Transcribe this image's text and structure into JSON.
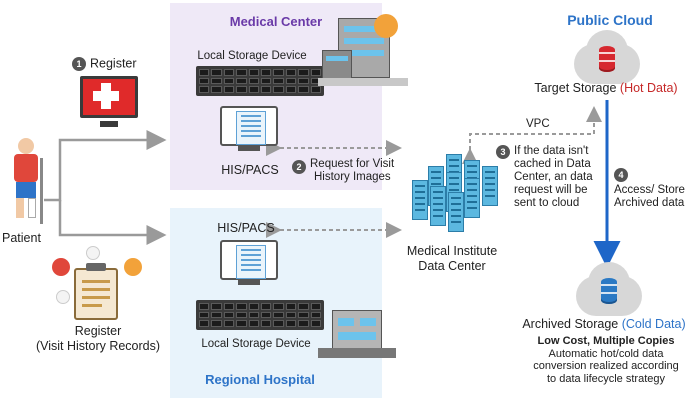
{
  "medical_center": {
    "title": "Medical Center",
    "storage_label": "Local Storage Device",
    "his_label": "HIS/PACS"
  },
  "regional_hospital": {
    "title": "Regional Hospital",
    "his_label": "HIS/PACS",
    "storage_label": "Local Storage Device"
  },
  "public_cloud": {
    "title": "Public Cloud",
    "target_label": "Target Storage",
    "target_tag": "(Hot Data)",
    "archived_label": "Archived Storage",
    "archived_tag": "(Cold Data)",
    "note_bold": "Low Cost, Multiple Copies",
    "note_lines": [
      "Automatic hot/cold data",
      "conversion realized according",
      "to data lifecycle strategy"
    ],
    "hot_color": "#c62828",
    "cold_color": "#2e74c8"
  },
  "patient": {
    "label": "Patient"
  },
  "steps": {
    "s1": {
      "number": "1",
      "label": "Register"
    },
    "s2": {
      "number": "2",
      "lines": [
        "Request for Visit",
        "History Images"
      ]
    },
    "s3": {
      "number": "3",
      "lines": [
        "If the data isn't",
        "cached in Data",
        "Center, an data",
        "request will be",
        "sent to cloud"
      ]
    },
    "s4": {
      "number": "4",
      "lines": [
        "Access/ Store",
        "Archived data"
      ]
    }
  },
  "register_records": {
    "lines": [
      "Register",
      "(Visit History Records)"
    ]
  },
  "vpc_label": "VPC",
  "data_center": {
    "lines": [
      "Medical Institute",
      "Data Center"
    ]
  },
  "colors": {
    "medical_title": "#6a3aa8",
    "regional_title": "#2e74c8",
    "cloud_title": "#2e74c8",
    "arrow_blue": "#1e66c8",
    "arrow_gray": "#9a9a9a"
  },
  "icons": [
    "register-computer-icon",
    "patient-icon",
    "clipboard-icon",
    "storage-device-icon",
    "monitor-icon",
    "hospital-building-icon",
    "data-center-icon",
    "cloud-database-icon"
  ]
}
